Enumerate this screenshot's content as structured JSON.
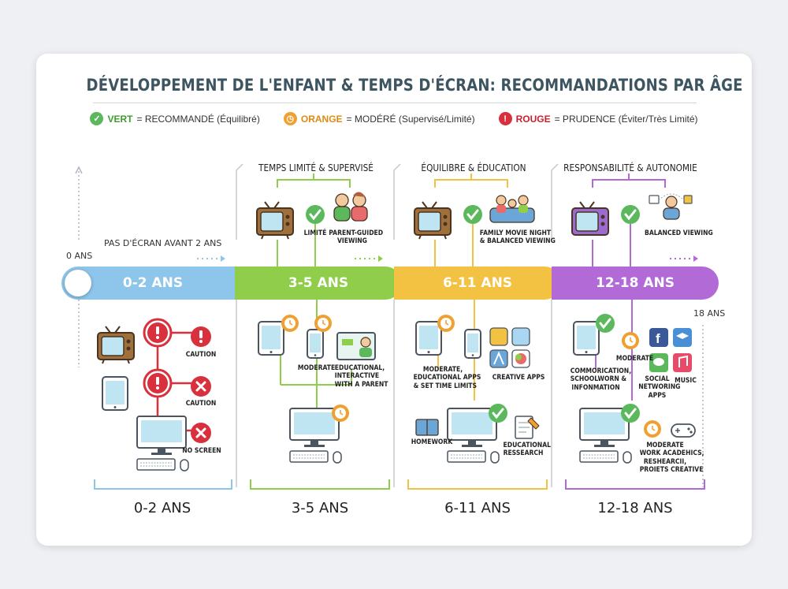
{
  "title": "DÉVELOPPEMENT DE L'ENFANT & TEMPS D'ÉCRAN: RECOMMANDATIONS PAR ÂGE",
  "legend": {
    "green": {
      "key": "VERT",
      "text": "= RECOMMANDÉ (Équilibré)",
      "color": "#5cb85c"
    },
    "orange": {
      "key": "ORANGE",
      "text": "= MODÉRÉ (Supervisé/Limité)",
      "color": "#f0a030"
    },
    "red": {
      "key": "ROUGE",
      "text": "= PRUDENCE (Éviter/Très Limité)",
      "color": "#d9303e"
    }
  },
  "timeline": {
    "start_label": "0 ANS",
    "end_label": "18 ANS",
    "no_screen_note": "PAS D'ÉCRAN AVANT 2 ANS",
    "segments": [
      "0-2 ANS",
      "3-5 ANS",
      "6-11 ANS",
      "12-18 ANS"
    ]
  },
  "stages": {
    "s1": {
      "labels": {
        "caution1": "CAUTION",
        "caution2": "CAUTION",
        "noscreen": "NO SCREEN"
      },
      "bottom": "0-2 ANS"
    },
    "s2": {
      "header": "TEMPS LIMITÉ & SUPERVISÉ",
      "labels": {
        "limite": "LIMITÉ",
        "parent1": "PARENT-GUIDED",
        "parent2": "VIEWING",
        "moderate": "MODERATE",
        "edu1": "EDUCATIONAL,",
        "edu2": "INTERACTIVE",
        "edu3": "WITH A PARENT"
      },
      "bottom": "3-5 ANS"
    },
    "s3": {
      "header": "ÉQUILIBRE & ÉDUCATION",
      "labels": {
        "family1": "FAMILY MOVIE NIGHT",
        "family2": "& BALANCED VIEWING",
        "mod1": "MODERATE,",
        "mod2": "EDUCATIONAL APPS",
        "mod3": "& SET TIME LIMITS",
        "creative": "CREATIVE APPS",
        "homework": "HOMEWORK",
        "research1": "EDUCATIONAL",
        "research2": "RESSEARCH"
      },
      "bottom": "6-11 ANS"
    },
    "s4": {
      "header": "RESPONSABILITÉ & AUTONOMIE",
      "labels": {
        "balanced": "BALANCED VIEWING",
        "comm1": "COMMORICATION,",
        "comm2": "SCHOOLWORN &",
        "comm3": "INFONMATION",
        "moderate": "MODERATE",
        "social1": "SOCIAL",
        "social2": "NETWORING",
        "social3": "APPS",
        "music": "MUSIC",
        "work1": "MODERATE",
        "work2": "WORK ACADEHICS,",
        "work3": "RESHEARCII,",
        "work4": "PROIETS CREATIVE"
      },
      "bottom": "12-18 ANS"
    }
  },
  "colors": {
    "blue": "#8ec5ea",
    "green": "#8fcd4a",
    "yellow": "#f3c242",
    "purple": "#b26bd6",
    "red": "#d9303e",
    "orange": "#f0a030",
    "check": "#5cb85c"
  }
}
